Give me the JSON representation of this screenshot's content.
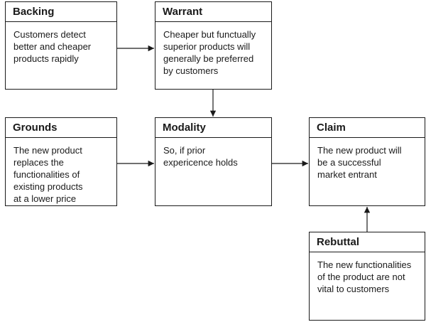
{
  "boxes": {
    "backing": {
      "title": "Backing",
      "text": "Customers detect\nbetter and cheaper\nproducts rapidly"
    },
    "warrant": {
      "title": "Warrant",
      "text": "Cheaper but functually\nsuperior products will\ngenerally be preferred\nby customers"
    },
    "grounds": {
      "title": "Grounds",
      "text": "The new product\nreplaces the\nfunctionalities of\nexisting products\nat a lower price"
    },
    "modality": {
      "title": "Modality",
      "text": "So, if prior\nexpericence holds"
    },
    "claim": {
      "title": "Claim",
      "text": "The new product will\nbe a successful\nmarket entrant"
    },
    "rebuttal": {
      "title": "Rebuttal",
      "text": "The new functionalities\nof the product are not\nvital to customers"
    }
  }
}
